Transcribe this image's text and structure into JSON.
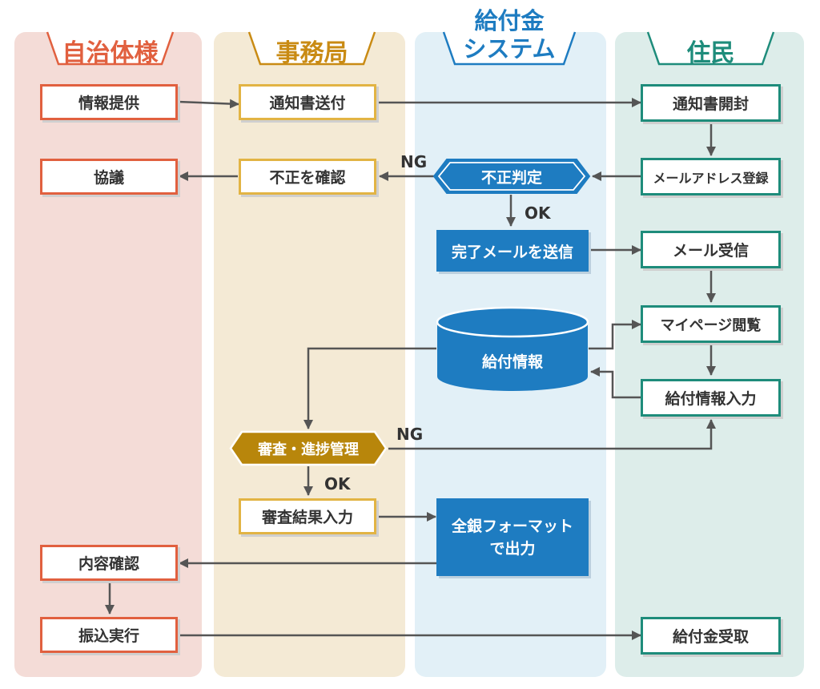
{
  "lanes": [
    {
      "title": "自治体様",
      "color": "#e1603f"
    },
    {
      "title": "事務局",
      "color": "#c98b14"
    },
    {
      "title_line1": "給付金",
      "title_line2": "システム",
      "color": "#1e7cc1"
    },
    {
      "title": "住民",
      "color": "#1e8c7b"
    }
  ],
  "nodes": {
    "info_provide": "情報提供",
    "discuss": "協議",
    "content_check": "内容確認",
    "transfer_exec": "振込実行",
    "notice_send": "通知書送付",
    "fraud_confirm": "不正を確認",
    "review_manage": "審査・進捗管理",
    "review_result_input": "審査結果入力",
    "fraud_judge": "不正判定",
    "complete_mail_send": "完了メールを送信",
    "benefit_info_db": "給付情報",
    "zengin_line1": "全銀フォーマット",
    "zengin_line2": "で出力",
    "notice_open": "通知書開封",
    "mail_register": "メールアドレス登録",
    "mail_receive": "メール受信",
    "mypage_view": "マイページ閲覧",
    "benefit_info_input": "給付情報入力",
    "benefit_receive": "給付金受取"
  },
  "flags": {
    "fraud_ng": "NG",
    "fraud_ok": "OK",
    "review_ng": "NG",
    "review_ok": "OK"
  },
  "colors": {
    "municipality": "#e1603f",
    "secretariat": "#e2b444",
    "system": "#1e7cc1",
    "resident": "#1e8c7b",
    "review_hex": "#b8860b",
    "arrow": "#555555"
  }
}
